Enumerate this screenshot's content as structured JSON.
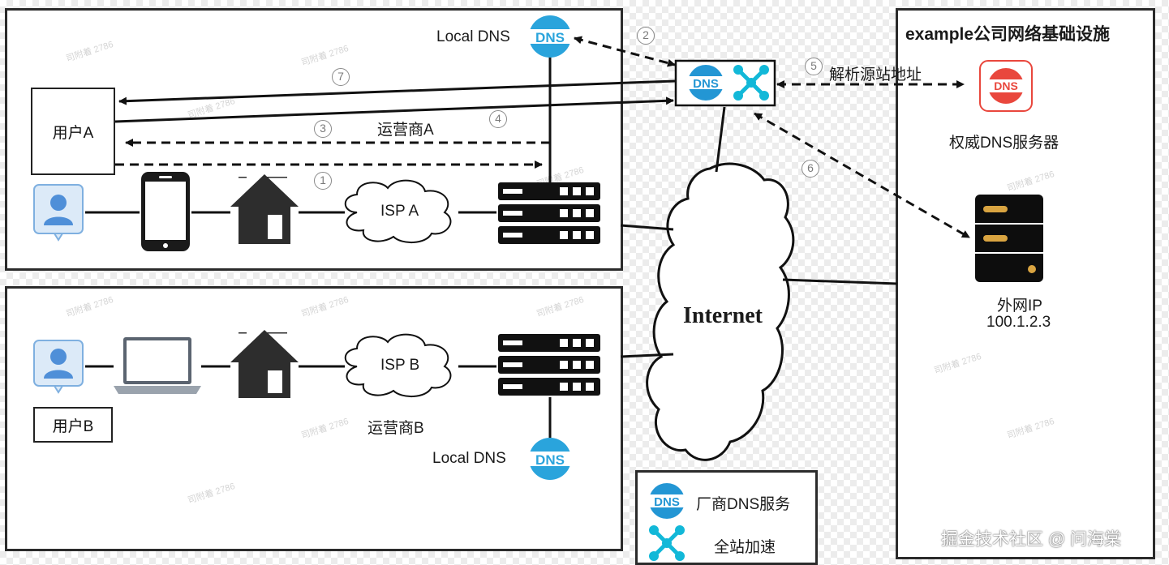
{
  "company_panel": {
    "title": "example公司网络基础设施"
  },
  "top_region": {
    "local_dns_label": "Local DNS",
    "user_label": "用户A",
    "carrier_label": "运营商A",
    "isp_label": "ISP A"
  },
  "bottom_region": {
    "local_dns_label": "Local DNS",
    "user_label": "用户B",
    "carrier_label": "运营商B",
    "isp_label": "ISP B"
  },
  "steps": {
    "s1": "1",
    "s2": "2",
    "s3": "3",
    "s4": "4",
    "s5": "5",
    "s6": "6",
    "s7": "7",
    "resolve_label": "解析源站地址"
  },
  "authoritative_dns": {
    "label": "权威DNS服务器"
  },
  "origin_server": {
    "label": "外网IP",
    "ip": "100.1.2.3"
  },
  "internet": {
    "label": "Internet"
  },
  "dns_icon_text": "DNS",
  "legend": {
    "dns_service": "厂商DNS服务",
    "acceleration": "全站加速"
  },
  "watermark": {
    "text": "掘金技术社区 @ 问海棠",
    "tile": "司附着 2786"
  },
  "colors": {
    "dns_blue": "#2396d4",
    "accel_cyan": "#12b8d8",
    "auth_red": "#e9473d",
    "dark": "#111111",
    "server_gold": "#d9a441"
  }
}
